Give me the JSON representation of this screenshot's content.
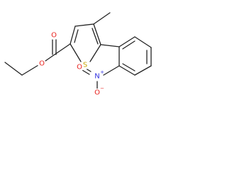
{
  "atoms": {
    "ester_oxygen_double": {
      "symbol": "O",
      "color": "#e8231f"
    },
    "ester_oxygen_single": {
      "symbol": "O",
      "color": "#e8231f"
    },
    "thiophene_sulfur": {
      "symbol": "S",
      "color": "#c9a600"
    },
    "nitro_nitrogen": {
      "symbol": "N",
      "charge": "+",
      "color": "#3030e0"
    },
    "nitro_oxygen_terminal": {
      "symbol": "O",
      "color": "#e8231f"
    },
    "nitro_oxygen_anion": {
      "symbol": "O",
      "charge": "−",
      "color": "#e8231f"
    }
  },
  "colors": {
    "bond": "#222222",
    "background": "#ffffff"
  }
}
